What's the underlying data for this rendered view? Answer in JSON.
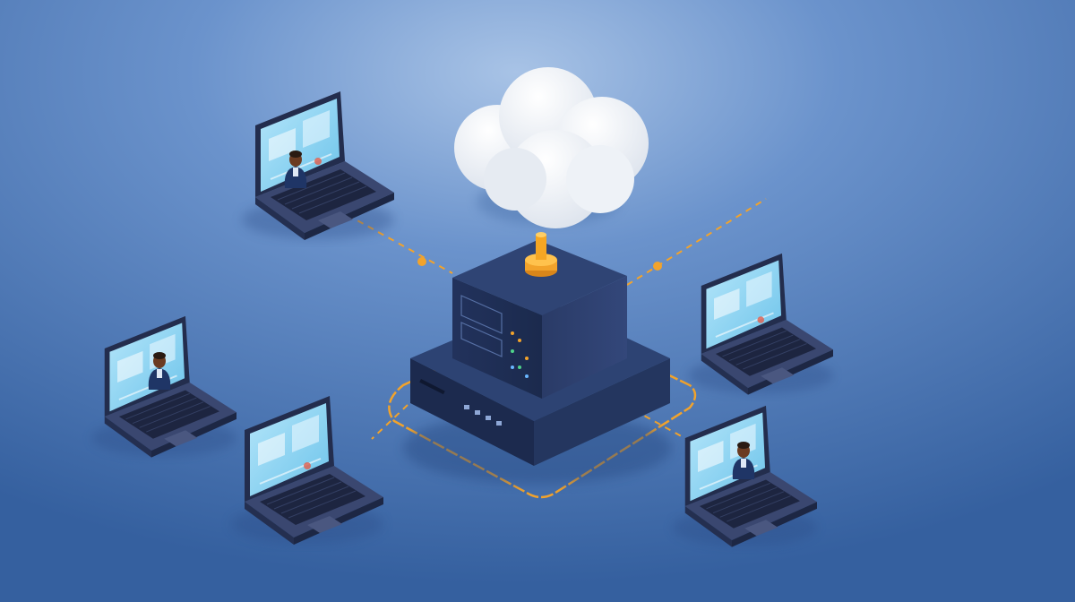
{
  "colors": {
    "background_top": "#8fb1dc",
    "background_mid": "#4b78b8",
    "background_bottom": "#3a62a3",
    "server_dark": "#1f3057",
    "server_top": "#2f4474",
    "cloud": "#f4f6fa",
    "connector_orange": "#f2a32b",
    "laptop_body": "#2b3657",
    "laptop_screen": "#8fd3f0",
    "keyboard_keys": "#1d2540"
  },
  "scene": {
    "description_icons": [
      "cloud-icon",
      "server-icon",
      "antenna-connector-icon",
      "laptop-icon",
      "person-icon",
      "network-link-icon"
    ],
    "laptops": [
      {
        "name": "laptop-top-left",
        "has_person": true
      },
      {
        "name": "laptop-mid-left",
        "has_person": true
      },
      {
        "name": "laptop-bottom-center",
        "has_person": false
      },
      {
        "name": "laptop-right",
        "has_person": false
      },
      {
        "name": "laptop-bottom-right",
        "has_person": true
      }
    ]
  }
}
